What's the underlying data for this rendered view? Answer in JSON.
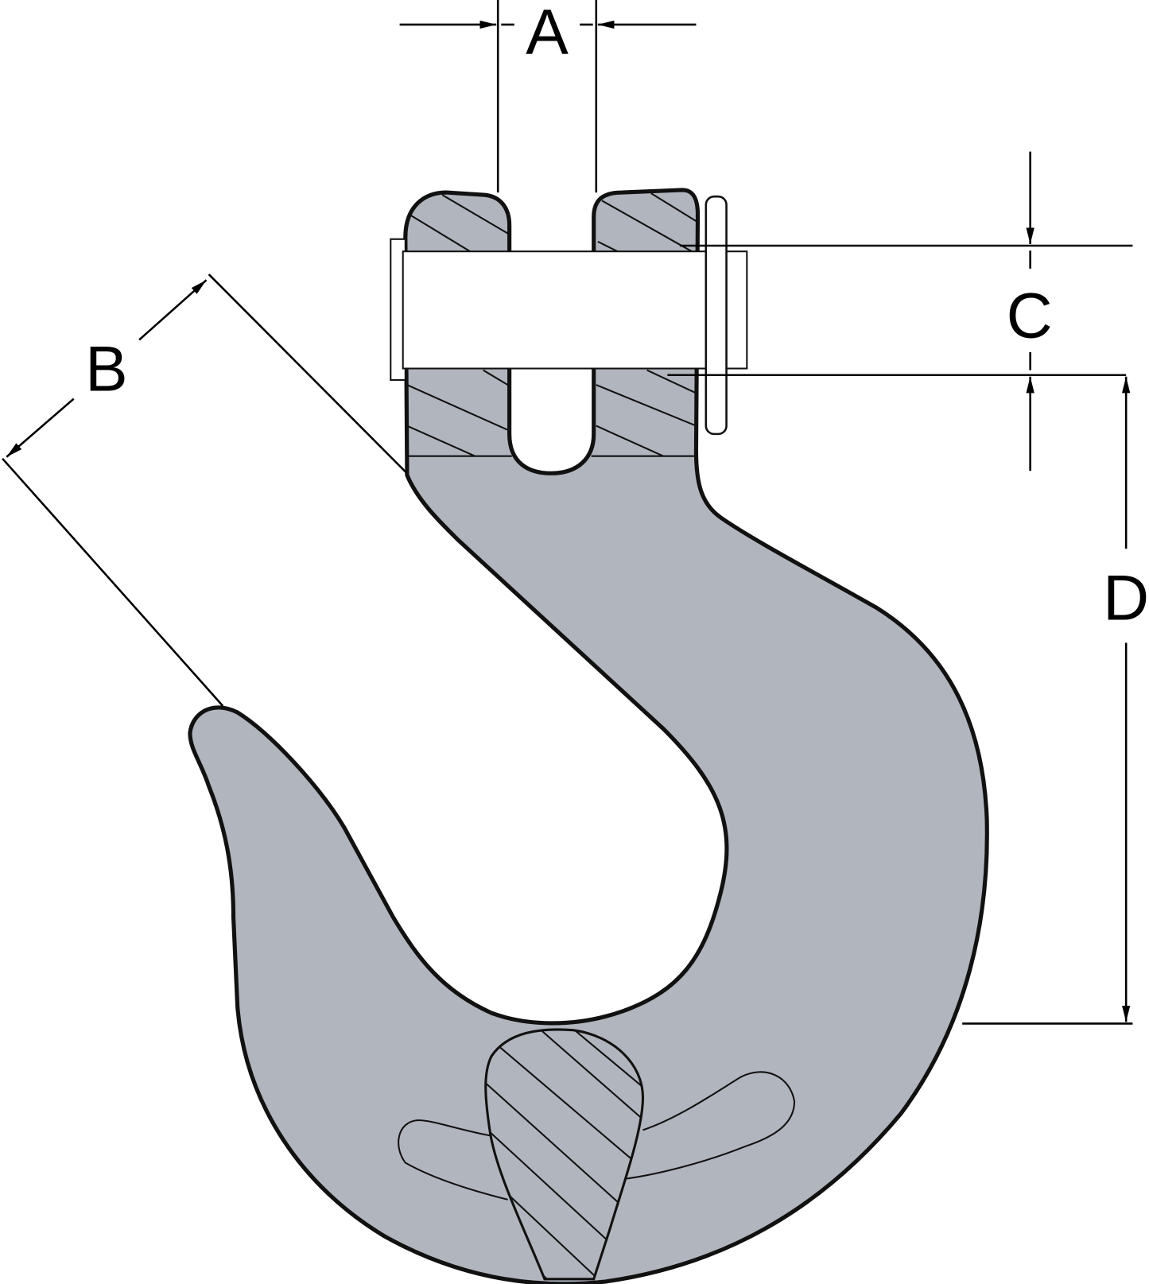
{
  "diagram": {
    "labels": {
      "a": "A",
      "b": "B",
      "c": "C",
      "d": "D"
    },
    "colors": {
      "body": "#b1b5bd",
      "outline": "#111111",
      "background": "#ffffff"
    }
  }
}
